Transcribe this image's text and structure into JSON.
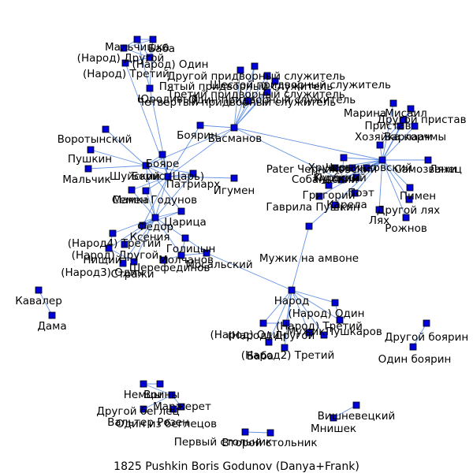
{
  "caption": "1825  Pushkin  Boris  Godunov  (Danya+Frank)",
  "colors": {
    "edge": "#4a7fe0",
    "node": "#0000dd",
    "node_stroke": "#000000",
    "text": "#000000"
  },
  "nodes": [
    {
      "id": "Мальчишка",
      "label": "Мальчишка"
    },
    {
      "id": "Баба",
      "label": "Баба"
    },
    {
      "id": "Народ_Другой_top",
      "label": "(Народ) Другой"
    },
    {
      "id": "Народ1_top",
      "label": "(Народ) Один"
    },
    {
      "id": "Народ_Третий_top",
      "label": "(Народ) Третий"
    },
    {
      "id": "Юродивый",
      "label": "Юродивый"
    },
    {
      "id": "Сл_Другой",
      "label": "Другой придворный служитель"
    },
    {
      "id": "Сл_Пятый",
      "label": "Пятый придворный служитель"
    },
    {
      "id": "Сл_Шестой",
      "label": "Шестой придворный служитель"
    },
    {
      "id": "Сл_Третий",
      "label": "Третий придворный служитель"
    },
    {
      "id": "Сл_Четвертый",
      "label": "Четвертый придворный служитель"
    },
    {
      "id": "Сл_Один",
      "label": "Один придворный служитель"
    },
    {
      "id": "Басманов",
      "label": "Басманов"
    },
    {
      "id": "Боярин",
      "label": "Боярин"
    },
    {
      "id": "Воротынский",
      "label": "Воротынский"
    },
    {
      "id": "Пушкин",
      "label": "Пушкин"
    },
    {
      "id": "Мальчик",
      "label": "Мальчик"
    },
    {
      "id": "Бояре",
      "label": "Бояре"
    },
    {
      "id": "Шуйский",
      "label": "Шуйский"
    },
    {
      "id": "Борис",
      "label": "Борис (Царь)"
    },
    {
      "id": "Патриарх",
      "label": "Патриарх"
    },
    {
      "id": "Игумен",
      "label": "Игумен"
    },
    {
      "id": "Семен",
      "label": "Семен Годунов"
    },
    {
      "id": "Мамка",
      "label": "Мамка"
    },
    {
      "id": "Царица",
      "label": "Царица"
    },
    {
      "id": "Федор",
      "label": "Федор"
    },
    {
      "id": "Ксения",
      "label": "Ксения"
    },
    {
      "id": "Голицын",
      "label": "Голицын"
    },
    {
      "id": "Мосальский",
      "label": "Мосальский"
    },
    {
      "id": "Молчанов",
      "label": "Молчанов"
    },
    {
      "id": "Шерефединов",
      "label": "Шерефединов"
    },
    {
      "id": "Народ4",
      "label": "(Народ4) Третий"
    },
    {
      "id": "Народ_Другой_l",
      "label": "(Народ) Другой"
    },
    {
      "id": "Нищий",
      "label": "Нищий"
    },
    {
      "id": "Народ3",
      "label": "(Народ3) Один"
    },
    {
      "id": "Стражи",
      "label": "Стражи"
    },
    {
      "id": "Кавалер",
      "label": "Кавалер"
    },
    {
      "id": "Дама",
      "label": "Дама"
    },
    {
      "id": "Мужик",
      "label": "Мужик на амвоне"
    },
    {
      "id": "Пристав",
      "label": "Пристав"
    },
    {
      "id": "Марина",
      "label": "Марина"
    },
    {
      "id": "Мисаил",
      "label": "Мисаил"
    },
    {
      "id": "Другой_пристав",
      "label": "Другой пристав"
    },
    {
      "id": "Варлаам",
      "label": "Варлаам"
    },
    {
      "id": "Хозяйка",
      "label": "Хозяйка корчмы"
    },
    {
      "id": "Самозванец",
      "label": "Самозванец"
    },
    {
      "id": "Ляхи",
      "label": "Ляхи"
    },
    {
      "id": "Курбский",
      "label": "Курбский"
    },
    {
      "id": "Поэт",
      "label": "Поэт"
    },
    {
      "id": "Карела",
      "label": "Карела"
    },
    {
      "id": "Собаньский",
      "label": "Собаньский"
    },
    {
      "id": "Пушкин2",
      "label": "Пушкин"
    },
    {
      "id": "Хрущов",
      "label": "Хрущов"
    },
    {
      "id": "Чернинковский",
      "label": "Чернинковский"
    },
    {
      "id": "Патер",
      "label": "Pater Черниковский"
    },
    {
      "id": "Григорий",
      "label": "Григорий"
    },
    {
      "id": "Гаврила",
      "label": "Гаврила Пушкин"
    },
    {
      "id": "Лях",
      "label": "Лях"
    },
    {
      "id": "Другой_лях",
      "label": "Другой лях"
    },
    {
      "id": "Пимен",
      "label": "Пимен"
    },
    {
      "id": "Рожнов",
      "label": "Рожнов"
    },
    {
      "id": "Народ",
      "label": "Народ"
    },
    {
      "id": "Народ_Один_b",
      "label": "(Народ) Один"
    },
    {
      "id": "Народ_Третий_b",
      "label": "(Народ) Третий"
    },
    {
      "id": "Народ_Другой_b",
      "label": "(Народ) Другой"
    },
    {
      "id": "Народ_Один2_b",
      "label": "(Народ) Один"
    },
    {
      "id": "Мужик2",
      "label": "Мужик"
    },
    {
      "id": "Пушкаров",
      "label": "Пушкаров"
    },
    {
      "id": "Народ2",
      "label": "(Народ2) Третий"
    },
    {
      "id": "Баба2",
      "label": "Баба"
    },
    {
      "id": "Другой_боярин",
      "label": "Другой боярин"
    },
    {
      "id": "Один_боярин",
      "label": "Один боярин"
    },
    {
      "id": "Немцы",
      "label": "Немцы"
    },
    {
      "id": "Воины",
      "label": "Воины"
    },
    {
      "id": "Маржерет",
      "label": "Маржерет"
    },
    {
      "id": "Другой_беглец",
      "label": "Другой беглец"
    },
    {
      "id": "Вальтер",
      "label": "Вальтер Розен"
    },
    {
      "id": "Один_беглец",
      "label": "Один из беглецов"
    },
    {
      "id": "Вишневецкий",
      "label": "Вишневецкий"
    },
    {
      "id": "Мнишек",
      "label": "Мнишек"
    },
    {
      "id": "Первый_стольник",
      "label": "Первый стольник"
    },
    {
      "id": "Второй_стольник",
      "label": "Второй стольник"
    }
  ],
  "edges": [
    [
      "Народ_Другой_top",
      "Мальчишка"
    ],
    [
      "Народ_Другой_top",
      "Баба"
    ],
    [
      "Народ_Другой_top",
      "Народ1_top"
    ],
    [
      "Мальчишка",
      "Баба"
    ],
    [
      "Мальчишка",
      "Народ1_top"
    ],
    [
      "Баба",
      "Народ1_top"
    ],
    [
      "Народ_Третий_top",
      "Народ1_top"
    ],
    [
      "Юродивый",
      "Борис"
    ],
    [
      "Юродивый",
      "Мальчишка"
    ],
    [
      "Юродивый",
      "Баба"
    ],
    [
      "Народ_Третий_top",
      "Борис"
    ],
    [
      "Сл_Другой",
      "Басманов"
    ],
    [
      "Сл_Пятый",
      "Басманов"
    ],
    [
      "Сл_Шестой",
      "Басманов"
    ],
    [
      "Сл_Третий",
      "Басманов"
    ],
    [
      "Сл_Четвертый",
      "Басманов"
    ],
    [
      "Сл_Один",
      "Басманов"
    ],
    [
      "Сл_Другой",
      "Сл_Один"
    ],
    [
      "Сл_Шестой",
      "Сл_Четвертый"
    ],
    [
      "Басманов",
      "Борис"
    ],
    [
      "Басманов",
      "Боярин"
    ],
    [
      "Басманов",
      "Самозванец"
    ],
    [
      "Басманов",
      "Пушкин2"
    ],
    [
      "Басманов",
      "Шуйский"
    ],
    [
      "Боярин",
      "Борис"
    ],
    [
      "Воротынский",
      "Шуйский"
    ],
    [
      "Пушкин",
      "Шуйский"
    ],
    [
      "Мальчик",
      "Шуйский"
    ],
    [
      "Бояре",
      "Борис"
    ],
    [
      "Бояре",
      "Шуйский"
    ],
    [
      "Борис",
      "Шуйский"
    ],
    [
      "Борис",
      "Патриарх"
    ],
    [
      "Борис",
      "Семен"
    ],
    [
      "Борис",
      "Федор"
    ],
    [
      "Борис",
      "Ксения"
    ],
    [
      "Борис",
      "Мамка"
    ],
    [
      "Борис",
      "Игумен"
    ],
    [
      "Шуйский",
      "Патриарх"
    ],
    [
      "Шуйский",
      "Федор"
    ],
    [
      "Шуйский",
      "Царица"
    ],
    [
      "Патриарх",
      "Федор"
    ],
    [
      "Царица",
      "Федор"
    ],
    [
      "Царица",
      "Ксения"
    ],
    [
      "Ксения",
      "Федор"
    ],
    [
      "Федор",
      "Семен"
    ],
    [
      "Федор",
      "Мамка"
    ],
    [
      "Голицын",
      "Мосальский"
    ],
    [
      "Голицын",
      "Молчанов"
    ],
    [
      "Голицын",
      "Федор"
    ],
    [
      "Мосальский",
      "Народ"
    ],
    [
      "Мосальский",
      "Молчанов"
    ],
    [
      "Шерефединов",
      "Молчанов"
    ],
    [
      "Молчанов",
      "Федор"
    ],
    [
      "Народ4",
      "Федор"
    ],
    [
      "Народ4",
      "Нищий"
    ],
    [
      "Народ_Другой_l",
      "Федор"
    ],
    [
      "Нищий",
      "Федор"
    ],
    [
      "Народ3",
      "Федор"
    ],
    [
      "Стражи",
      "Федор"
    ],
    [
      "Народ3",
      "Нищий"
    ],
    [
      "Кавалер",
      "Дама"
    ],
    [
      "Мужик",
      "Народ"
    ],
    [
      "Самозванец",
      "Мужик"
    ],
    [
      "Самозванец",
      "Пристав"
    ],
    [
      "Самозванец",
      "Марина"
    ],
    [
      "Самозванец",
      "Мисаил"
    ],
    [
      "Самозванец",
      "Другой_пристав"
    ],
    [
      "Самозванец",
      "Варлаам"
    ],
    [
      "Самозванец",
      "Хозяйка"
    ],
    [
      "Самозванец",
      "Ляхи"
    ],
    [
      "Самозванец",
      "Курбский"
    ],
    [
      "Самозванец",
      "Поэт"
    ],
    [
      "Самозванец",
      "Карела"
    ],
    [
      "Самозванец",
      "Собаньский"
    ],
    [
      "Самозванец",
      "Пушкин2"
    ],
    [
      "Самозванец",
      "Хрущов"
    ],
    [
      "Самозванец",
      "Чернинковский"
    ],
    [
      "Самозванец",
      "Патер"
    ],
    [
      "Самозванец",
      "Гаврила"
    ],
    [
      "Самозванец",
      "Лях"
    ],
    [
      "Самозванец",
      "Другой_лях"
    ],
    [
      "Самозванец",
      "Пимен"
    ],
    [
      "Самозванец",
      "Рожнов"
    ],
    [
      "Пристав",
      "Мисаил"
    ],
    [
      "Пристав",
      "Варлаам"
    ],
    [
      "Другой_пристав",
      "Варлаам"
    ],
    [
      "Мисаил",
      "Варлаам"
    ],
    [
      "Хозяйка",
      "Варлаам"
    ],
    [
      "Курбский",
      "Пушкин2"
    ],
    [
      "Хрущов",
      "Пушкин2"
    ],
    [
      "Народ",
      "Народ_Один_b"
    ],
    [
      "Народ",
      "Народ_Третий_b"
    ],
    [
      "Народ",
      "Народ_Другой_b"
    ],
    [
      "Народ",
      "Народ_Один2_b"
    ],
    [
      "Народ",
      "Мужик2"
    ],
    [
      "Народ",
      "Пушкаров"
    ],
    [
      "Народ",
      "Народ2"
    ],
    [
      "Народ",
      "Баба2"
    ],
    [
      "Народ_Один_b",
      "Народ_Третий_b"
    ],
    [
      "Народ_Другой_b",
      "Народ_Один2_b"
    ],
    [
      "Другой_боярин",
      "Один_боярин"
    ],
    [
      "Немцы",
      "Воины"
    ],
    [
      "Немцы",
      "Маржерет"
    ],
    [
      "Маржерет",
      "Другой_беглец"
    ],
    [
      "Маржерет",
      "Вальтер"
    ],
    [
      "Вальтер",
      "Один_беглец"
    ],
    [
      "Вишневецкий",
      "Мнишек"
    ],
    [
      "Первый_стольник",
      "Второй_стольник"
    ]
  ]
}
